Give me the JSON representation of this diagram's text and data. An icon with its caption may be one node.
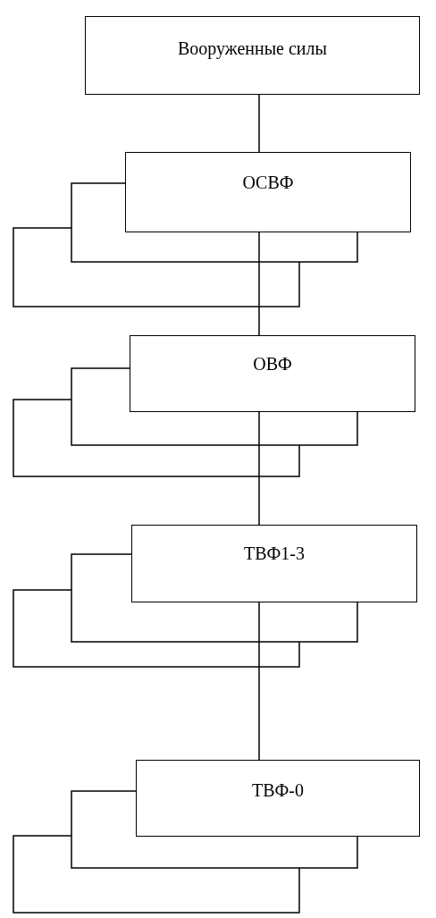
{
  "diagram": {
    "nodes": [
      {
        "text": [
          "Вооруженные силы"
        ]
      },
      {
        "text": [
          "ОСВФ"
        ]
      },
      {
        "text": [
          "ОВФ"
        ]
      },
      {
        "text": [
          "ТВФ1-3"
        ]
      },
      {
        "text": [
          "ТВФ-0"
        ]
      }
    ],
    "edges": [
      {
        "from": 0,
        "to": 1,
        "arrow": "none"
      },
      {
        "from": 1,
        "to": 2,
        "arrow": "none"
      },
      {
        "from": 2,
        "to": 3,
        "arrow": "none"
      },
      {
        "from": 3,
        "to": 4,
        "arrow": "none"
      }
    ]
  }
}
